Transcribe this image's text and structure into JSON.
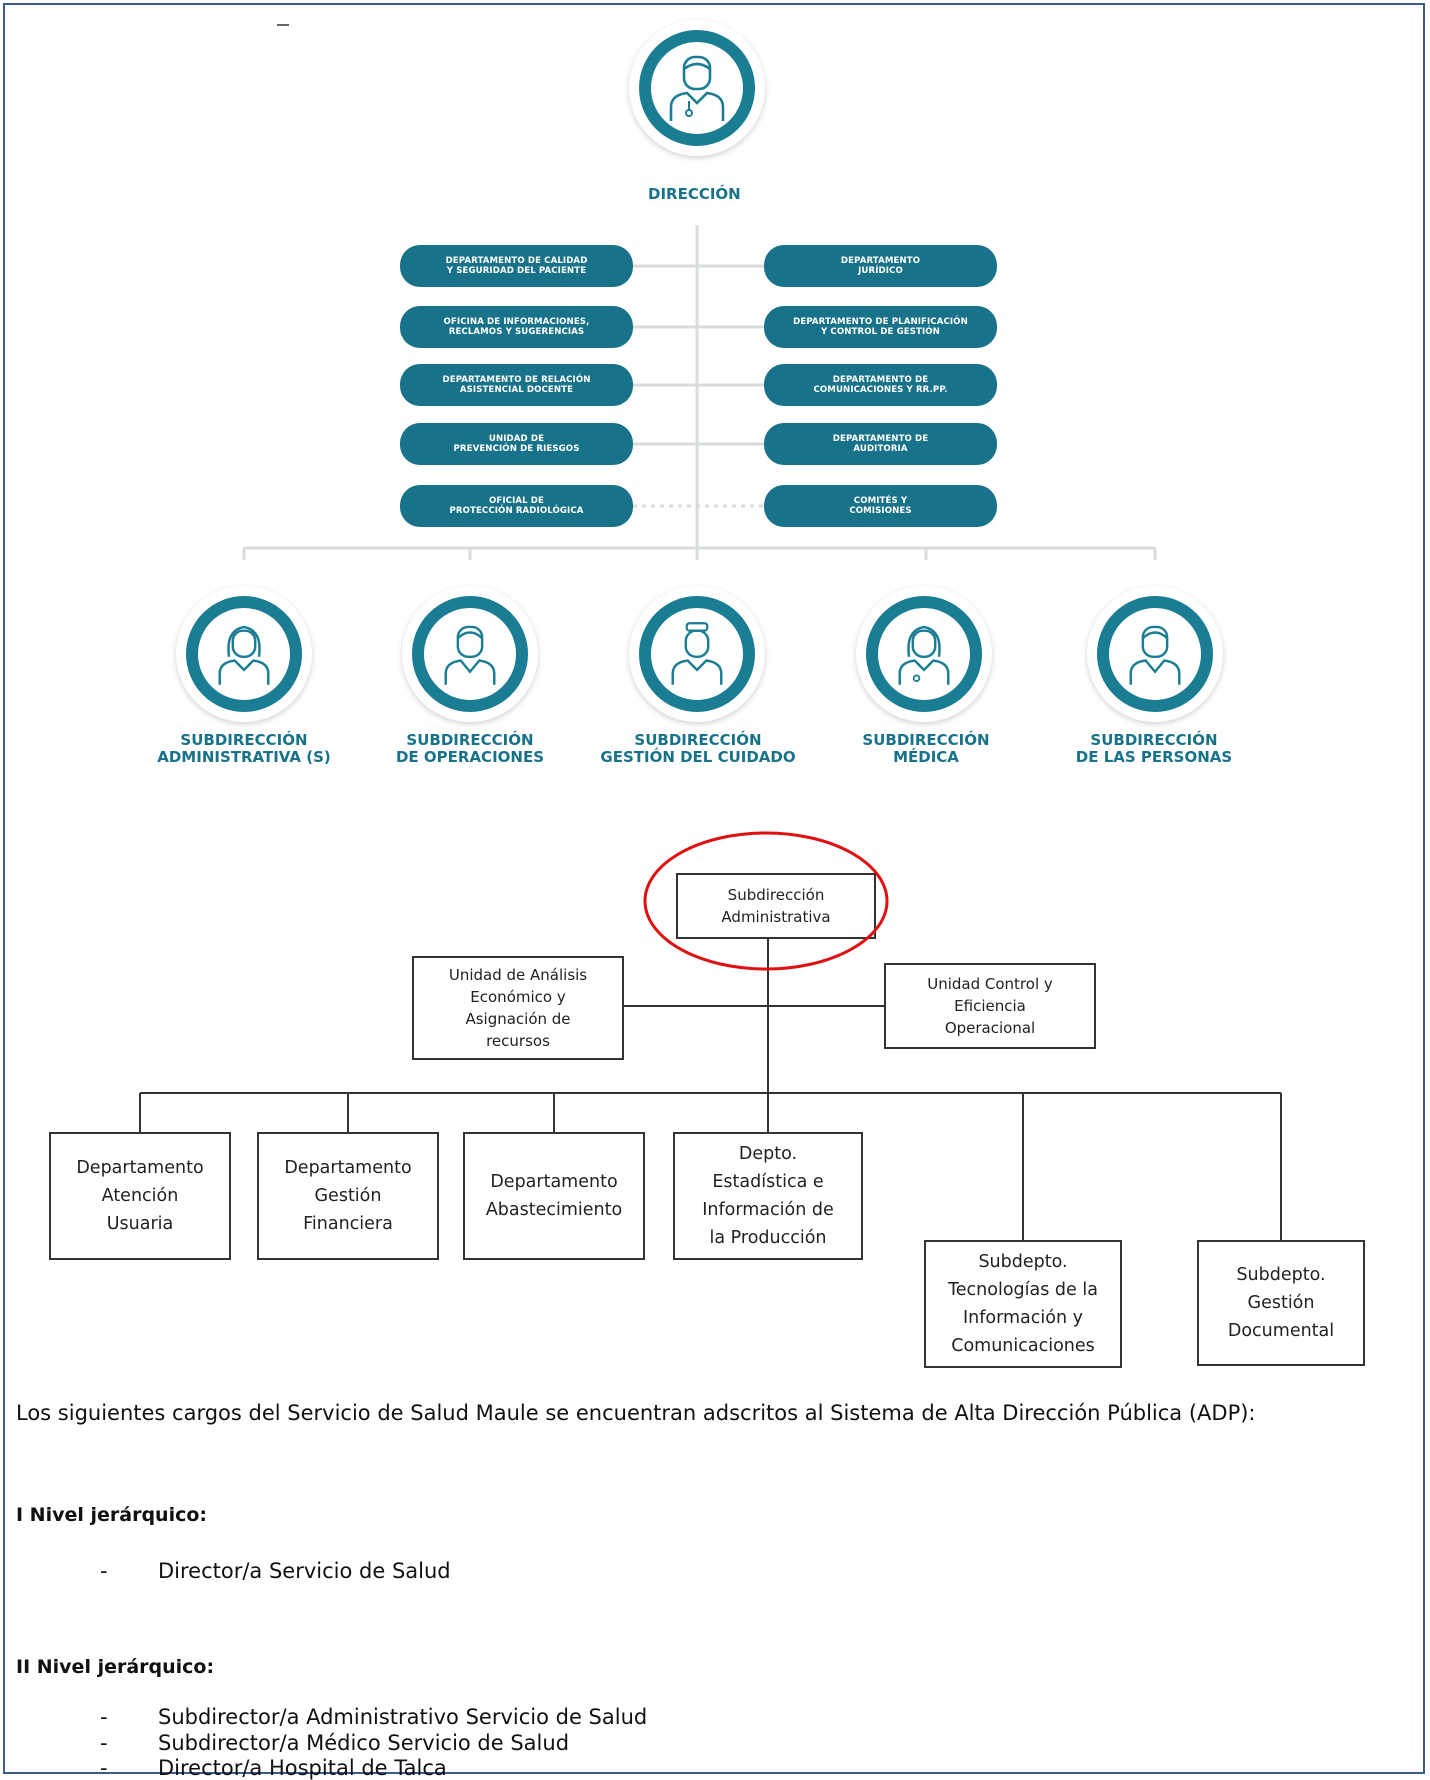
{
  "top_chart": {
    "direccion_label": "DIRECCIÓN",
    "left_units": [
      "DEPARTAMENTO DE CALIDAD\nY SEGURIDAD DEL PACIENTE",
      "OFICINA DE INFORMACIONES,\nRECLAMOS Y SUGERENCIAS",
      "DEPARTAMENTO DE RELACIÓN\nASISTENCIAL DOCENTE",
      "UNIDAD DE\nPREVENCIÓN DE RIESGOS",
      "OFICIAL DE\nPROTECCIÓN RADIOLÓGICA"
    ],
    "right_units": [
      "DEPARTAMENTO\nJURÍDICO",
      "DEPARTAMENTO DE PLANIFICACIÓN\nY CONTROL DE GESTIÓN",
      "DEPARTAMENTO DE\nCOMUNICACIONES Y RR.PP.",
      "DEPARTAMENTO DE\nAUDITORIA",
      "COMITÉS Y\nCOMISIONES"
    ],
    "subdirecciones": [
      "SUBDIRECCIÓN\nADMINISTRATIVA (S)",
      "SUBDIRECCIÓN\nDE OPERACIONES",
      "SUBDIRECCIÓN\nGESTIÓN DEL CUIDADO",
      "SUBDIRECCIÓN\nMÉDICA",
      "SUBDIRECCIÓN\nDE LAS PERSONAS"
    ],
    "accent_color": "#18738a"
  },
  "bottom_chart": {
    "root": "Subdirección\nAdministrativa",
    "left_unit": "Unidad de Análisis\nEconómico y\nAsignación de\nrecursos",
    "right_unit": "Unidad Control y\nEficiencia\nOperacional",
    "departments": [
      "Departamento\nAtención\nUsuaria",
      "Departamento\nGestión\nFinanciera",
      "Departamento\nAbastecimiento",
      "Depto.\nEstadística e\nInformación de\nla Producción",
      "Subdepto.\nTecnologías de la\nInformación y\nComunicaciones",
      "Subdepto.\nGestión\nDocumental"
    ],
    "highlight_color": "#e01010"
  },
  "text": {
    "intro": "Los siguientes cargos del Servicio de Salud Maule se encuentran adscritos al Sistema de Alta Dirección Pública (ADP):",
    "level1_heading": "I Nivel jerárquico:",
    "level1_items": [
      "Director/a Servicio de Salud"
    ],
    "level2_heading": "II Nivel jerárquico:",
    "level2_items": [
      "Subdirector/a Administrativo Servicio de Salud",
      "Subdirector/a Médico Servicio de Salud",
      "Director/a Hospital de Talca"
    ],
    "bullet": "-"
  }
}
